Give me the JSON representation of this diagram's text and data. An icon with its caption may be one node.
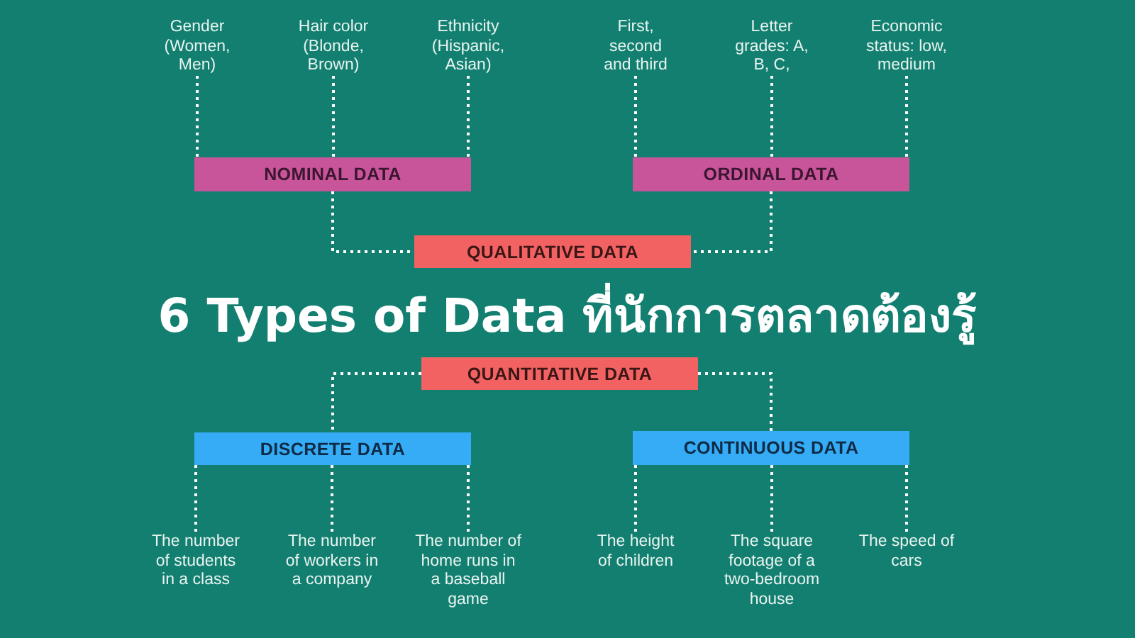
{
  "diagram": {
    "title": "6 Types of Data ที่นักการตลาดต้องรู้",
    "nodes": [
      {
        "text": [
          "NOMINAL DATA"
        ]
      },
      {
        "text": [
          "ORDINAL DATA"
        ]
      },
      {
        "text": [
          "QUALITATIVE DATA"
        ]
      },
      {
        "text": [
          "QUANTITATIVE DATA"
        ]
      },
      {
        "text": [
          "DISCRETE DATA"
        ]
      },
      {
        "text": [
          "CONTINUOUS DATA"
        ]
      },
      {
        "text": [
          "Gender (Women, Men)"
        ]
      },
      {
        "text": [
          "Hair color (Blonde, Brown)"
        ]
      },
      {
        "text": [
          "Ethnicity (Hispanic, Asian)"
        ]
      },
      {
        "text": [
          "First, second and third"
        ]
      },
      {
        "text": [
          "Letter grades: A, B, C,"
        ]
      },
      {
        "text": [
          "Economic status: low, medium"
        ]
      },
      {
        "text": [
          "The number of students in a class"
        ]
      },
      {
        "text": [
          "The number of workers in a company"
        ]
      },
      {
        "text": [
          "The number of home runs in a baseball game"
        ]
      },
      {
        "text": [
          "The height of children"
        ]
      },
      {
        "text": [
          "The square footage of a two-bedroom house"
        ]
      },
      {
        "text": [
          "The speed of cars"
        ]
      }
    ],
    "edges": [
      {
        "from": 6,
        "to": 0,
        "arrow": "none"
      },
      {
        "from": 7,
        "to": 0,
        "arrow": "none"
      },
      {
        "from": 8,
        "to": 0,
        "arrow": "none"
      },
      {
        "from": 9,
        "to": 1,
        "arrow": "none"
      },
      {
        "from": 10,
        "to": 1,
        "arrow": "none"
      },
      {
        "from": 11,
        "to": 1,
        "arrow": "none"
      },
      {
        "from": 0,
        "to": 2,
        "arrow": "none"
      },
      {
        "from": 1,
        "to": 2,
        "arrow": "none"
      },
      {
        "from": 3,
        "to": 4,
        "arrow": "none"
      },
      {
        "from": 3,
        "to": 5,
        "arrow": "none"
      },
      {
        "from": 4,
        "to": 12,
        "arrow": "none"
      },
      {
        "from": 4,
        "to": 13,
        "arrow": "none"
      },
      {
        "from": 4,
        "to": 14,
        "arrow": "none"
      },
      {
        "from": 5,
        "to": 15,
        "arrow": "none"
      },
      {
        "from": 5,
        "to": 16,
        "arrow": "none"
      },
      {
        "from": 5,
        "to": 17,
        "arrow": "none"
      }
    ]
  }
}
